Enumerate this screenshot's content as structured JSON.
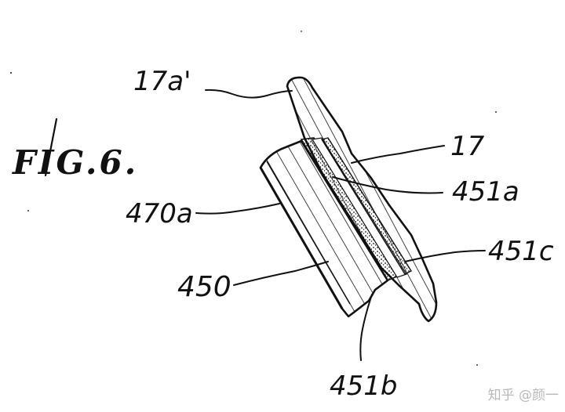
{
  "figure": {
    "title": "FIG.6."
  },
  "labels": {
    "part_17a_prime": "17a'",
    "part_17": "17",
    "part_451a": "451a",
    "part_470a": "470a",
    "part_451c": "451c",
    "part_450": "450",
    "part_451b": "451b"
  },
  "watermark": {
    "text": "知乎 @颜一"
  },
  "colors": {
    "ink": "#111111",
    "paper": "#ffffff",
    "watermark": "#b8b8b8"
  }
}
